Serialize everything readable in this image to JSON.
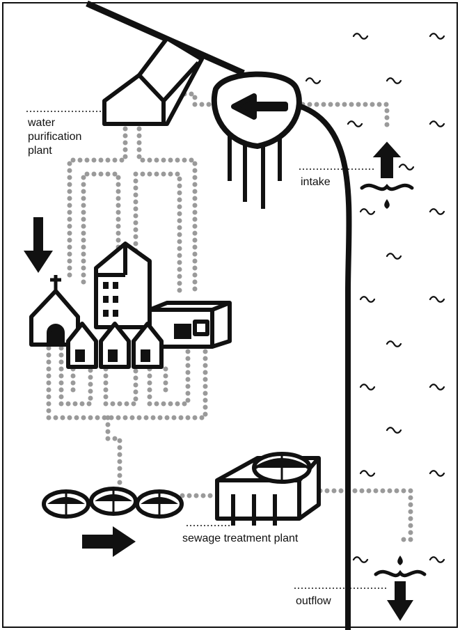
{
  "labels": {
    "water_plant_line1": "water",
    "water_plant_line2": "purification",
    "water_plant_line3": "plant",
    "intake": "intake",
    "sewage_plant": "sewage treatment plant",
    "outflow": "outflow"
  },
  "colors": {
    "ink": "#111111",
    "pipe": "#9a9a9a",
    "background": "#ffffff"
  },
  "icons": [
    "wave-icon",
    "arrow-icon",
    "water-drop-icon",
    "church-icon",
    "building-icon",
    "house-icon",
    "factory-icon",
    "settling-tank-icon"
  ]
}
